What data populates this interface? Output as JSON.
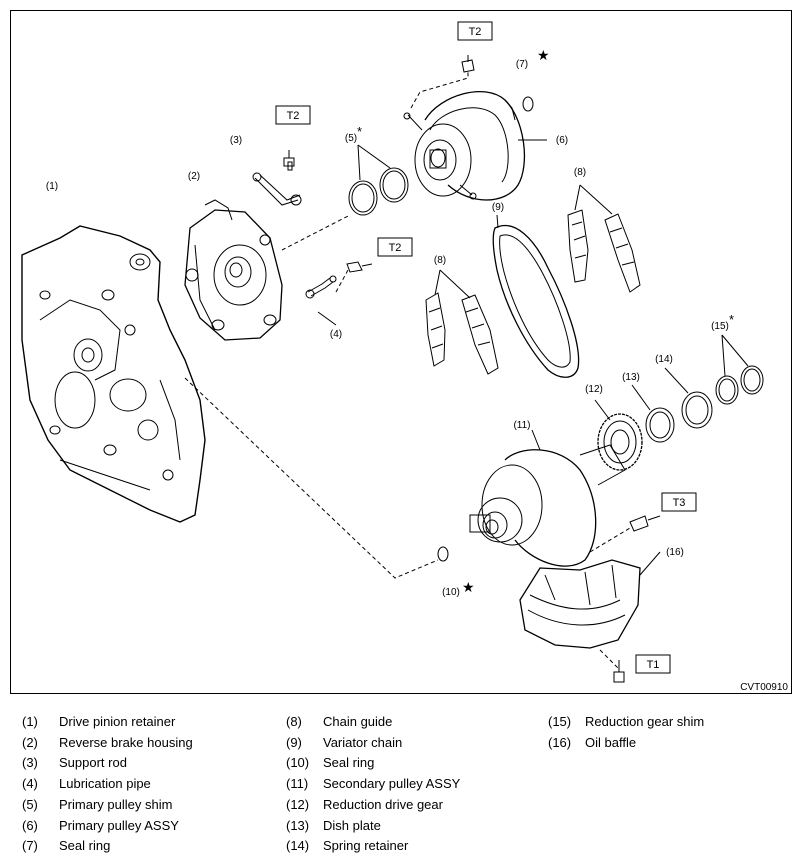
{
  "figure_id": "CVT00910",
  "torque_tags": [
    "T2",
    "T2",
    "T2",
    "T3",
    "T1"
  ],
  "star_symbol": "★",
  "asterisk_symbol": "*",
  "callouts": [
    "(1)",
    "(2)",
    "(3)",
    "(4)",
    "(5)",
    "(6)",
    "(7)",
    "(8)",
    "(8)",
    "(9)",
    "(10)",
    "(11)",
    "(12)",
    "(13)",
    "(14)",
    "(15)",
    "(16)"
  ],
  "legend": [
    {
      "num": "(1)",
      "name": "Drive pinion retainer"
    },
    {
      "num": "(2)",
      "name": "Reverse brake housing"
    },
    {
      "num": "(3)",
      "name": "Support rod"
    },
    {
      "num": "(4)",
      "name": "Lubrication pipe"
    },
    {
      "num": "(5)",
      "name": "Primary pulley shim"
    },
    {
      "num": "(6)",
      "name": "Primary pulley ASSY"
    },
    {
      "num": "(7)",
      "name": "Seal ring"
    },
    {
      "num": "(8)",
      "name": "Chain guide"
    },
    {
      "num": "(9)",
      "name": "Variator chain"
    },
    {
      "num": "(10)",
      "name": "Seal ring"
    },
    {
      "num": "(11)",
      "name": "Secondary pulley ASSY"
    },
    {
      "num": "(12)",
      "name": "Reduction drive gear"
    },
    {
      "num": "(13)",
      "name": "Dish plate"
    },
    {
      "num": "(14)",
      "name": "Spring retainer"
    },
    {
      "num": "(15)",
      "name": "Reduction gear shim"
    },
    {
      "num": "(16)",
      "name": "Oil baffle"
    }
  ]
}
